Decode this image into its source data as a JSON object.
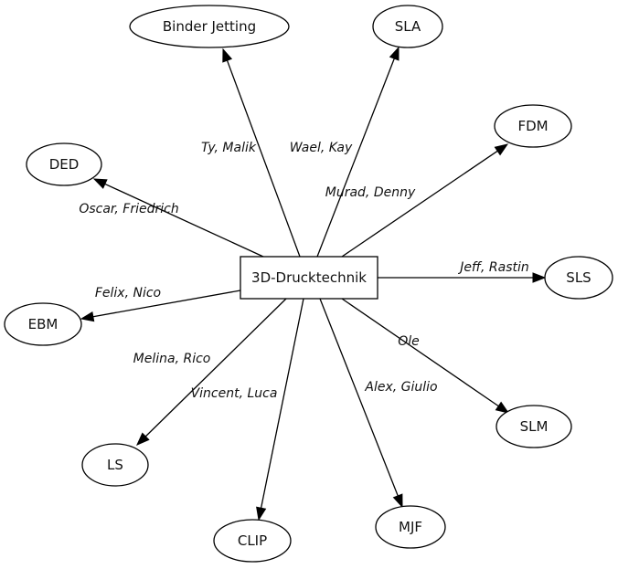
{
  "diagram": {
    "type": "directed-graph",
    "center": {
      "id": "center",
      "label": "3D-Drucktechnik",
      "shape": "box"
    },
    "nodes": [
      {
        "id": "binder-jetting",
        "label": "Binder Jetting",
        "shape": "ellipse"
      },
      {
        "id": "sla",
        "label": "SLA",
        "shape": "ellipse"
      },
      {
        "id": "fdm",
        "label": "FDM",
        "shape": "ellipse"
      },
      {
        "id": "ded",
        "label": "DED",
        "shape": "ellipse"
      },
      {
        "id": "sls",
        "label": "SLS",
        "shape": "ellipse"
      },
      {
        "id": "ebm",
        "label": "EBM",
        "shape": "ellipse"
      },
      {
        "id": "slm",
        "label": "SLM",
        "shape": "ellipse"
      },
      {
        "id": "ls",
        "label": "LS",
        "shape": "ellipse"
      },
      {
        "id": "mjf",
        "label": "MJF",
        "shape": "ellipse"
      },
      {
        "id": "clip",
        "label": "CLIP",
        "shape": "ellipse"
      }
    ],
    "edges": [
      {
        "from": "center",
        "to": "binder-jetting",
        "label": "Ty, Malik"
      },
      {
        "from": "center",
        "to": "sla",
        "label": "Wael, Kay"
      },
      {
        "from": "center",
        "to": "fdm",
        "label": "Murad, Denny"
      },
      {
        "from": "center",
        "to": "ded",
        "label": "Oscar, Friedrich"
      },
      {
        "from": "center",
        "to": "sls",
        "label": "Jeff, Rastin"
      },
      {
        "from": "center",
        "to": "ebm",
        "label": "Felix, Nico"
      },
      {
        "from": "center",
        "to": "slm",
        "label": "Ole"
      },
      {
        "from": "center",
        "to": "ls",
        "label": "Melina, Rico"
      },
      {
        "from": "center",
        "to": "clip",
        "label": "Vincent, Luca"
      },
      {
        "from": "center",
        "to": "mjf",
        "label": "Alex, Giulio"
      }
    ]
  }
}
